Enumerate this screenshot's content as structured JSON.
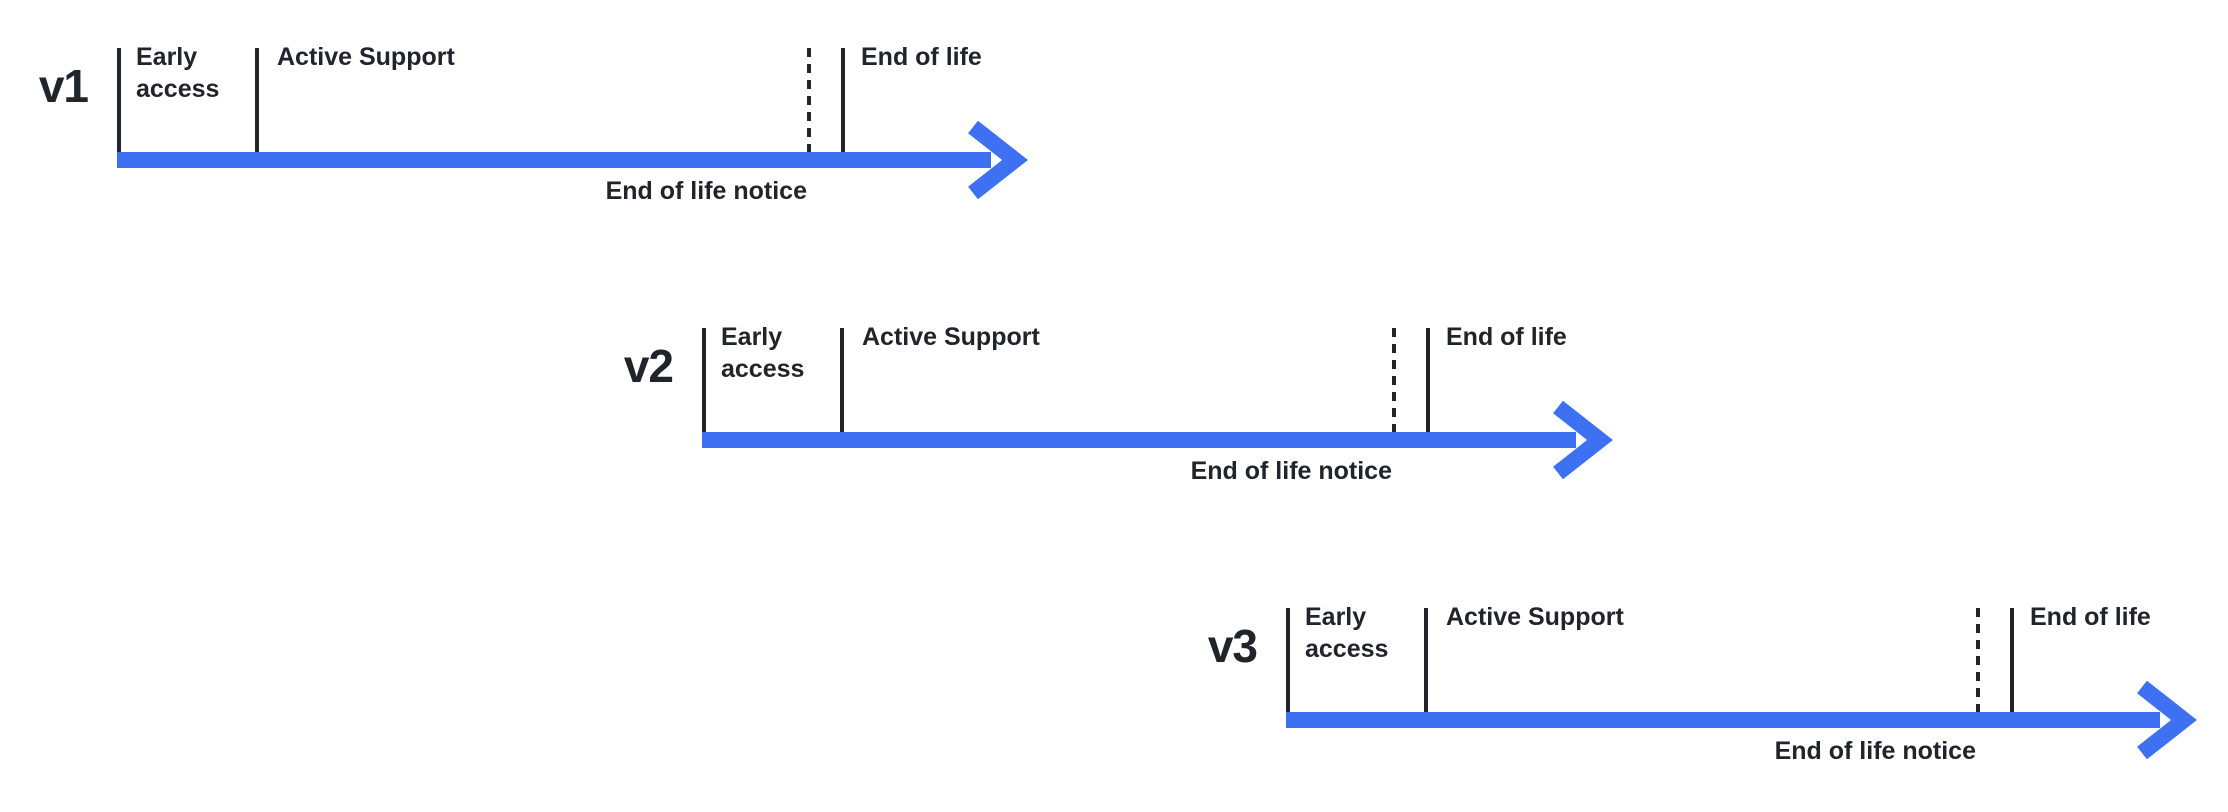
{
  "colors": {
    "accent": "#3D71F2",
    "line": "#20242B",
    "text": "#20242B",
    "bg": "#FFFFFF"
  },
  "rows": [
    {
      "version": "v1",
      "phases": {
        "early_access": "Early access",
        "active_support": "Active Support",
        "end_of_life": "End of life"
      },
      "notice": "End of life notice"
    },
    {
      "version": "v2",
      "phases": {
        "early_access": "Early access",
        "active_support": "Active Support",
        "end_of_life": "End of life"
      },
      "notice": "End of life notice"
    },
    {
      "version": "v3",
      "phases": {
        "early_access": "Early access",
        "active_support": "Active Support",
        "end_of_life": "End of life"
      },
      "notice": "End of life notice"
    }
  ]
}
